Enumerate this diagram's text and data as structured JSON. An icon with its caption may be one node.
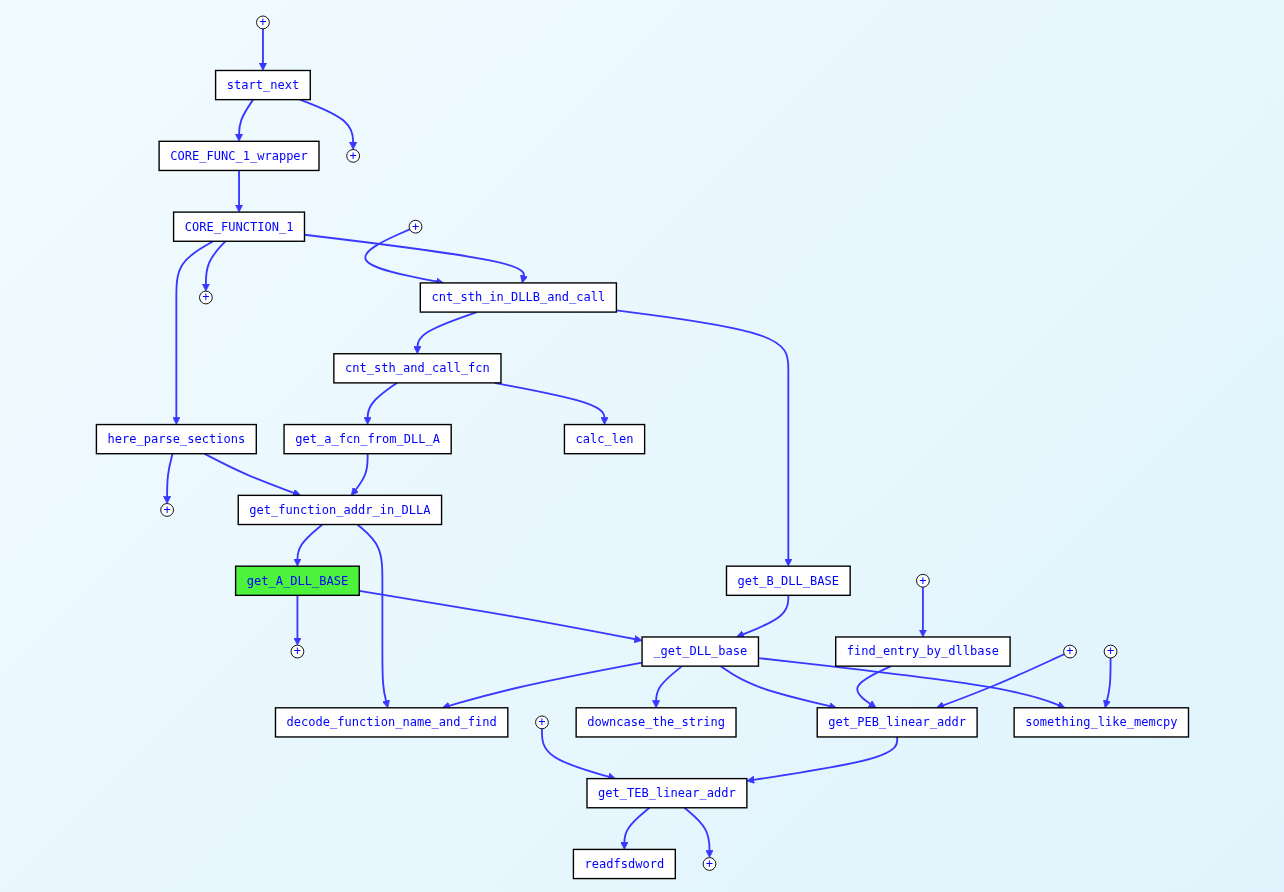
{
  "diagram": {
    "nodes": [
      {
        "text": [
          "+"
        ]
      },
      {
        "text": [
          "start_next"
        ]
      },
      {
        "text": [
          "CORE_FUNC_1_wrapper"
        ]
      },
      {
        "text": [
          "+"
        ]
      },
      {
        "text": [
          "+"
        ]
      },
      {
        "text": [
          "CORE_FUNCTION_1"
        ]
      },
      {
        "text": [
          "cnt_sth_in_DLLB_and_call"
        ]
      },
      {
        "text": [
          "here_parse_sections"
        ]
      },
      {
        "text": [
          "+"
        ]
      },
      {
        "text": [
          "+"
        ]
      },
      {
        "text": [
          "cnt_sth_and_call_fcn"
        ]
      },
      {
        "text": [
          "get_a_fcn_from_DLL_A"
        ]
      },
      {
        "text": [
          "calc_len"
        ]
      },
      {
        "text": [
          "get_function_addr_in_DLLA"
        ]
      },
      {
        "text": [
          "get_A_DLL_BASE"
        ]
      },
      {
        "text": [
          "get_B_DLL_BASE"
        ]
      },
      {
        "text": [
          "+"
        ]
      },
      {
        "text": [
          "+"
        ]
      },
      {
        "text": [
          "_get_DLL_base"
        ]
      },
      {
        "text": [
          "find_entry_by_dllbase"
        ]
      },
      {
        "text": [
          "+"
        ]
      },
      {
        "text": [
          "+"
        ]
      },
      {
        "text": [
          "decode_function_name_and_find"
        ]
      },
      {
        "text": [
          "+"
        ]
      },
      {
        "text": [
          "downcase_the_string"
        ]
      },
      {
        "text": [
          "get_PEB_linear_addr"
        ]
      },
      {
        "text": [
          "something_like_memcpy"
        ]
      },
      {
        "text": [
          "get_TEB_linear_addr"
        ]
      },
      {
        "text": [
          "readfsdword"
        ]
      },
      {
        "text": [
          "+"
        ]
      }
    ],
    "edges": [
      {
        "from": 0,
        "to": 1,
        "arrow": "to"
      },
      {
        "from": 1,
        "to": 2,
        "arrow": "to"
      },
      {
        "from": 1,
        "to": 3,
        "arrow": "to"
      },
      {
        "from": 2,
        "to": 5,
        "arrow": "to"
      },
      {
        "from": 4,
        "to": 6,
        "arrow": "to"
      },
      {
        "from": 5,
        "to": 6,
        "arrow": "to"
      },
      {
        "from": 5,
        "to": 7,
        "arrow": "to"
      },
      {
        "from": 5,
        "to": 8,
        "arrow": "to"
      },
      {
        "from": 6,
        "to": 10,
        "arrow": "to"
      },
      {
        "from": 6,
        "to": 15,
        "arrow": "to"
      },
      {
        "from": 7,
        "to": 9,
        "arrow": "to"
      },
      {
        "from": 7,
        "to": 13,
        "arrow": "to"
      },
      {
        "from": 10,
        "to": 11,
        "arrow": "to"
      },
      {
        "from": 10,
        "to": 12,
        "arrow": "to"
      },
      {
        "from": 11,
        "to": 13,
        "arrow": "to"
      },
      {
        "from": 13,
        "to": 22,
        "arrow": "to"
      },
      {
        "from": 13,
        "to": 14,
        "arrow": "to"
      },
      {
        "from": 14,
        "to": 17,
        "arrow": "to"
      },
      {
        "from": 14,
        "to": 18,
        "arrow": "to"
      },
      {
        "from": 15,
        "to": 18,
        "arrow": "to"
      },
      {
        "from": 16,
        "to": 19,
        "arrow": "to"
      },
      {
        "from": 18,
        "to": 22,
        "arrow": "to"
      },
      {
        "from": 18,
        "to": 24,
        "arrow": "to"
      },
      {
        "from": 18,
        "to": 25,
        "arrow": "to"
      },
      {
        "from": 18,
        "to": 26,
        "arrow": "to"
      },
      {
        "from": 19,
        "to": 25,
        "arrow": "to"
      },
      {
        "from": 20,
        "to": 25,
        "arrow": "to"
      },
      {
        "from": 21,
        "to": 26,
        "arrow": "to"
      },
      {
        "from": 23,
        "to": 27,
        "arrow": "to"
      },
      {
        "from": 25,
        "to": 27,
        "arrow": "to"
      },
      {
        "from": 27,
        "to": 28,
        "arrow": "to"
      },
      {
        "from": 27,
        "to": 29,
        "arrow": "to"
      }
    ]
  }
}
